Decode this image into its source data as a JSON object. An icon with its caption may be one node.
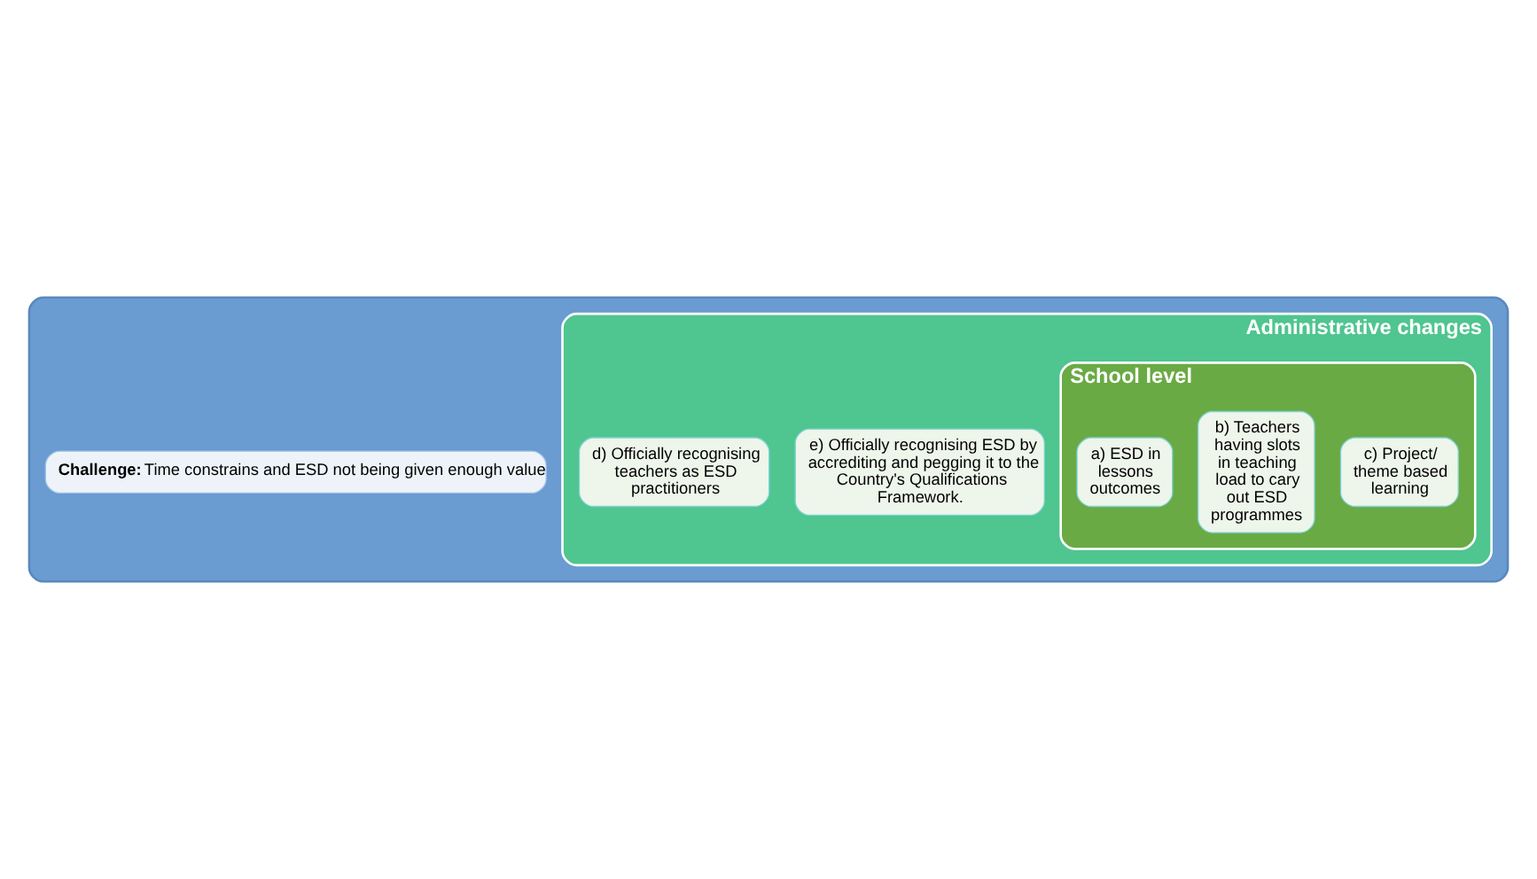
{
  "diagram": {
    "nodes": [
      {
        "text": [],
        "shape": "box"
      },
      {
        "text": [
          "**Challenge:** Time constrains and ESD not being given enough value"
        ],
        "in": 0
      },
      {
        "text": [
          "Administrative changes"
        ],
        "in": 0
      },
      {
        "text": [
          "School level"
        ],
        "in": 2
      },
      {
        "text": [
          "a) ESD in lessons outcomes"
        ],
        "in": 3
      },
      {
        "text": [
          "b) Teachers having slots in teaching load to cary out ESD programmes"
        ],
        "in": 3
      },
      {
        "text": [
          "c) Project/ theme based learning"
        ],
        "in": 3
      },
      {
        "text": [
          "d) Officially recognising teachers as ESD practitioners"
        ],
        "in": 2
      },
      {
        "text": [
          "e) Officially recognising ESD by accrediting and pegging it to the Country's Qualifications Framework."
        ],
        "in": 2
      }
    ],
    "edges": []
  }
}
